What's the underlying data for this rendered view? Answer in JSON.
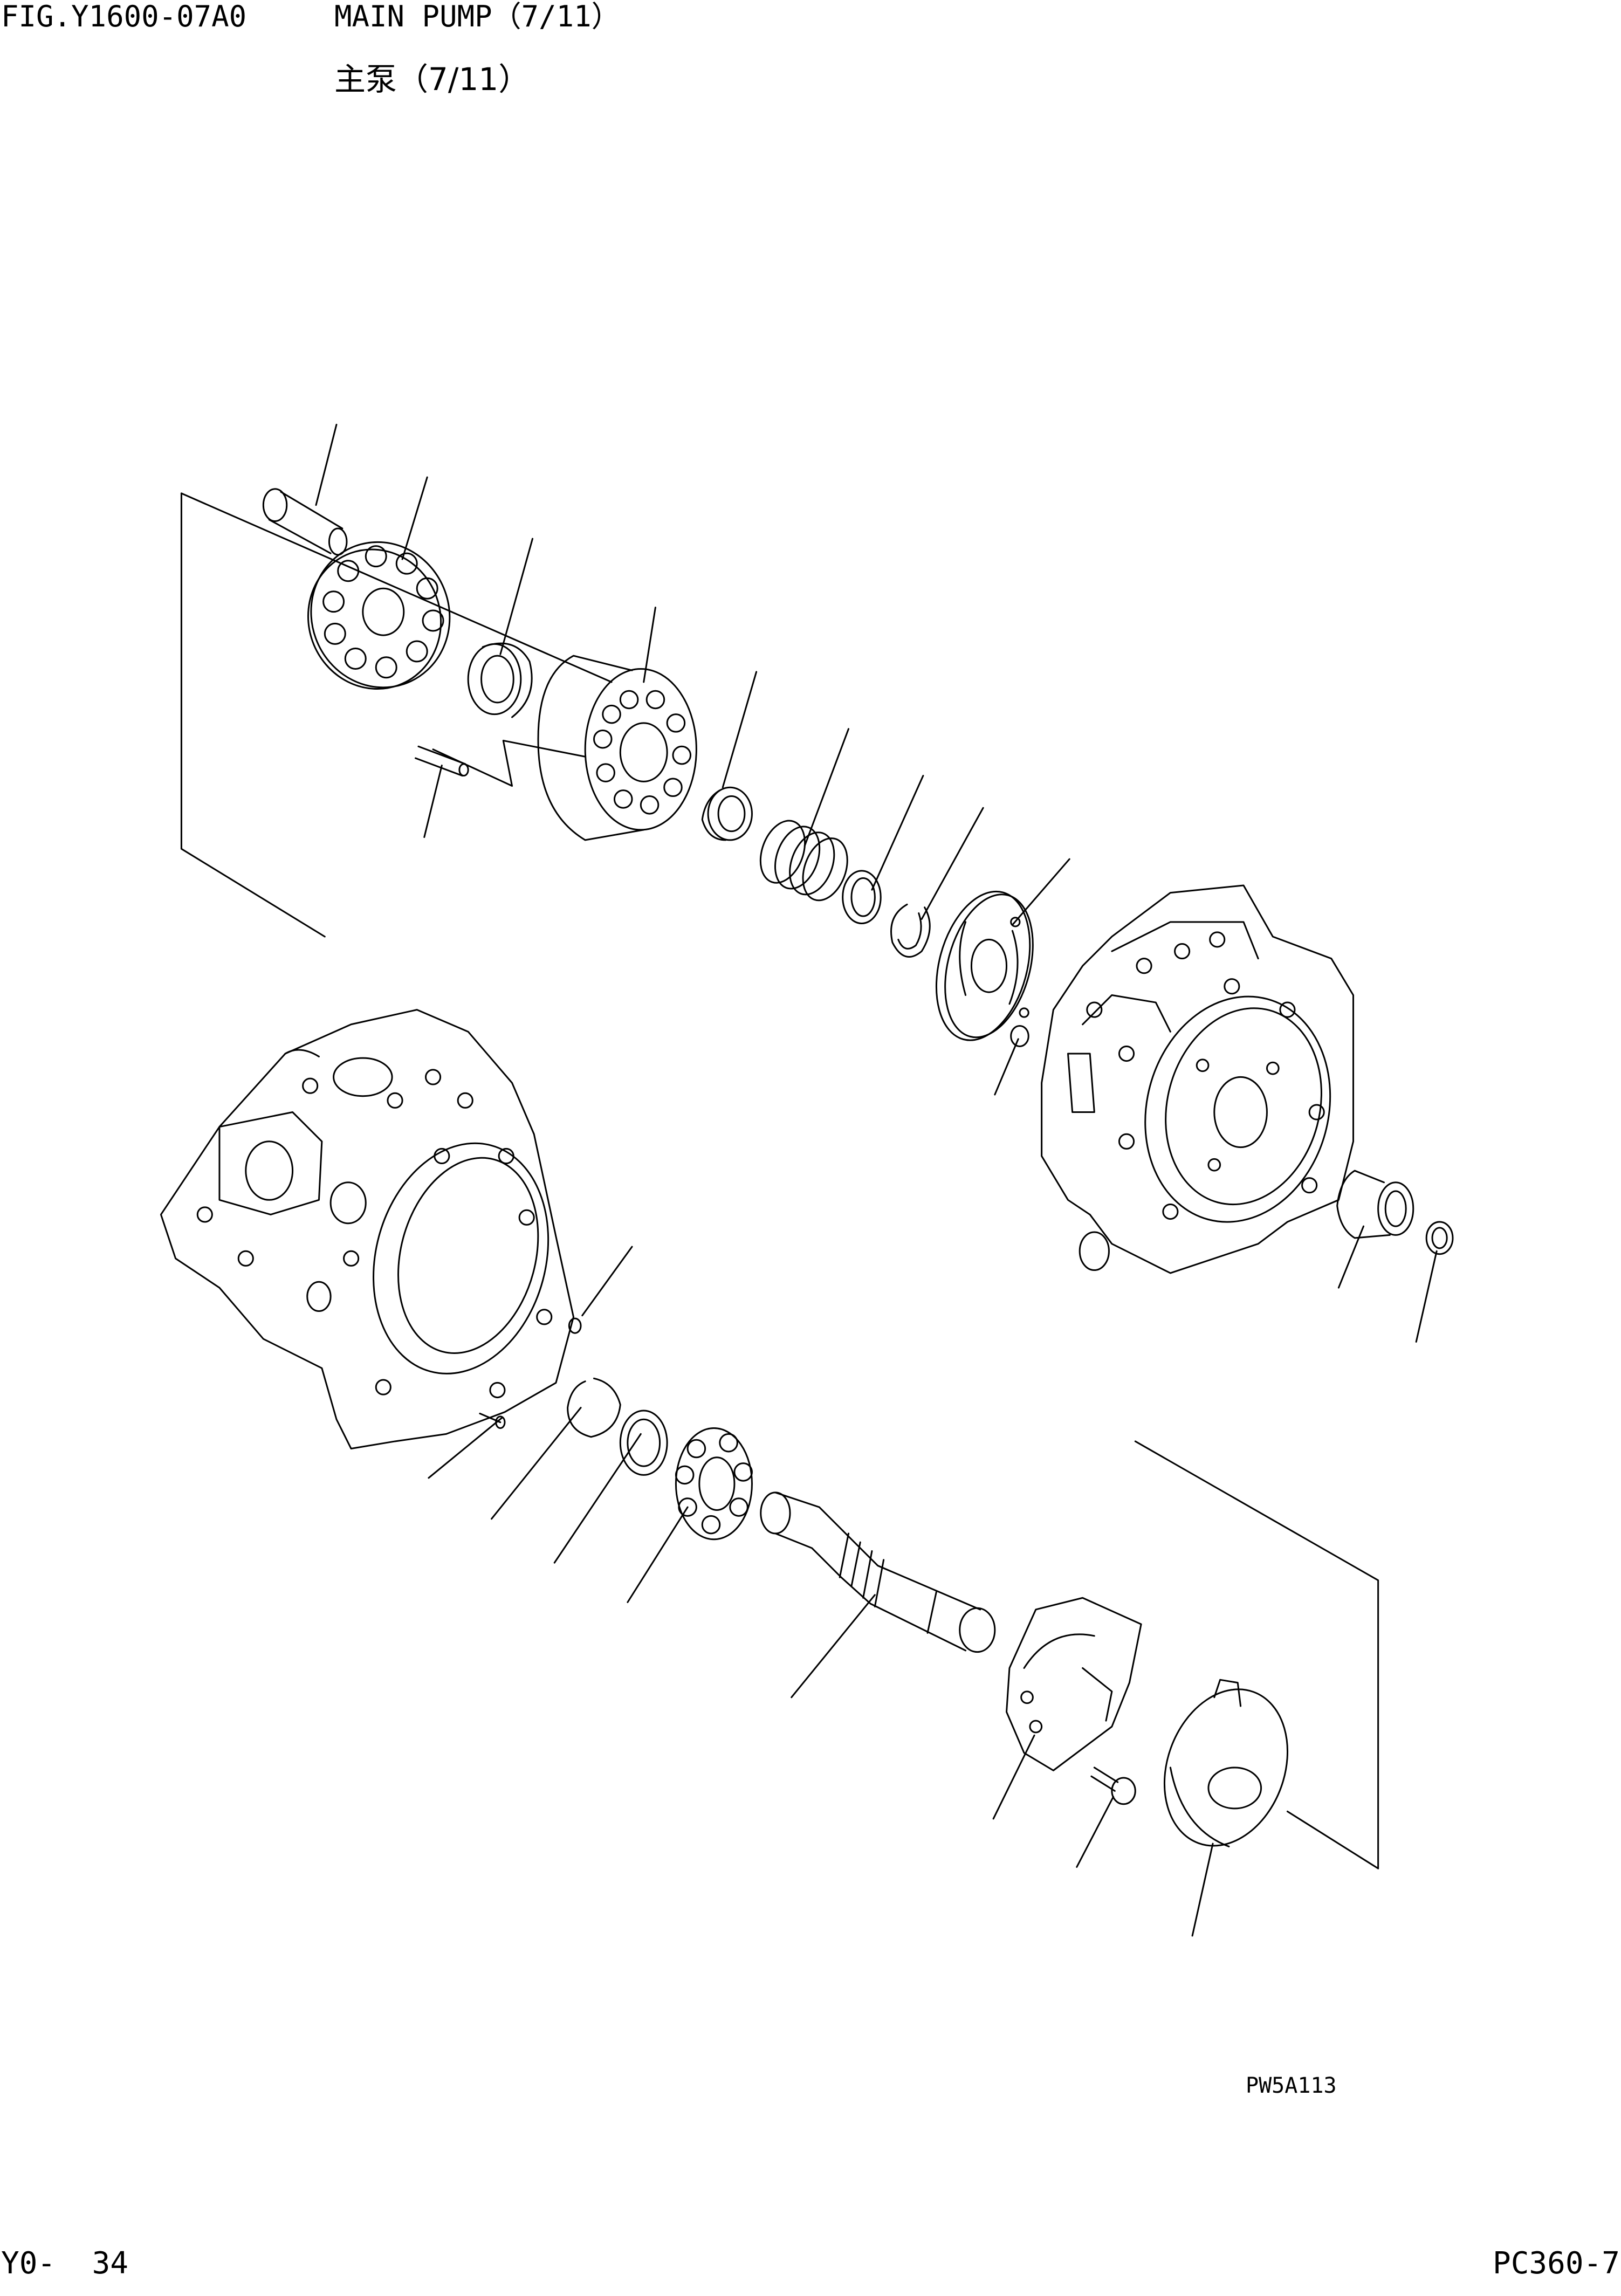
{
  "header": {
    "figure_id": "FIG.Y1600-07A0",
    "title_en": "MAIN PUMP（7/11）",
    "title_cn": "主泵（7/11）"
  },
  "drawing": {
    "image_code": "PW5A113"
  },
  "footer": {
    "page": "Y0-  34",
    "model": "PC360-7"
  }
}
